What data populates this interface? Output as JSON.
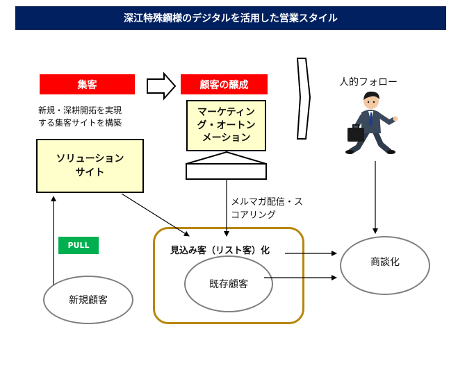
{
  "title": "深江特殊鋼様のデジタルを活用した営業スタイル",
  "stage_collect": "集客",
  "stage_nurture": "顧客の醸成",
  "collect_desc_line1": "新規・深耕開拓を実現",
  "collect_desc_line2": "する集客サイトを構築",
  "solution_site_line1": "ソリューション",
  "solution_site_line2": "サイト",
  "ma_line1": "マーケティン",
  "ma_line2": "グ・オートン",
  "ma_line3": "メーション",
  "human_follow": "人的フォロー",
  "mailmag_line1": "メルマガ配信・ス",
  "mailmag_line2": "コアリング",
  "prospect_label": "見込み客（リスト客）化",
  "existing_customer": "既存顧客",
  "negotiation": "商談化",
  "new_customer": "新規顧客",
  "pull_badge": "PULL",
  "colors": {
    "title_bg": "#002060",
    "red_label": "#ff0000",
    "yellow_box": "#ffffcc",
    "pull_green": "#00b050",
    "gold_border": "#b8860b"
  }
}
